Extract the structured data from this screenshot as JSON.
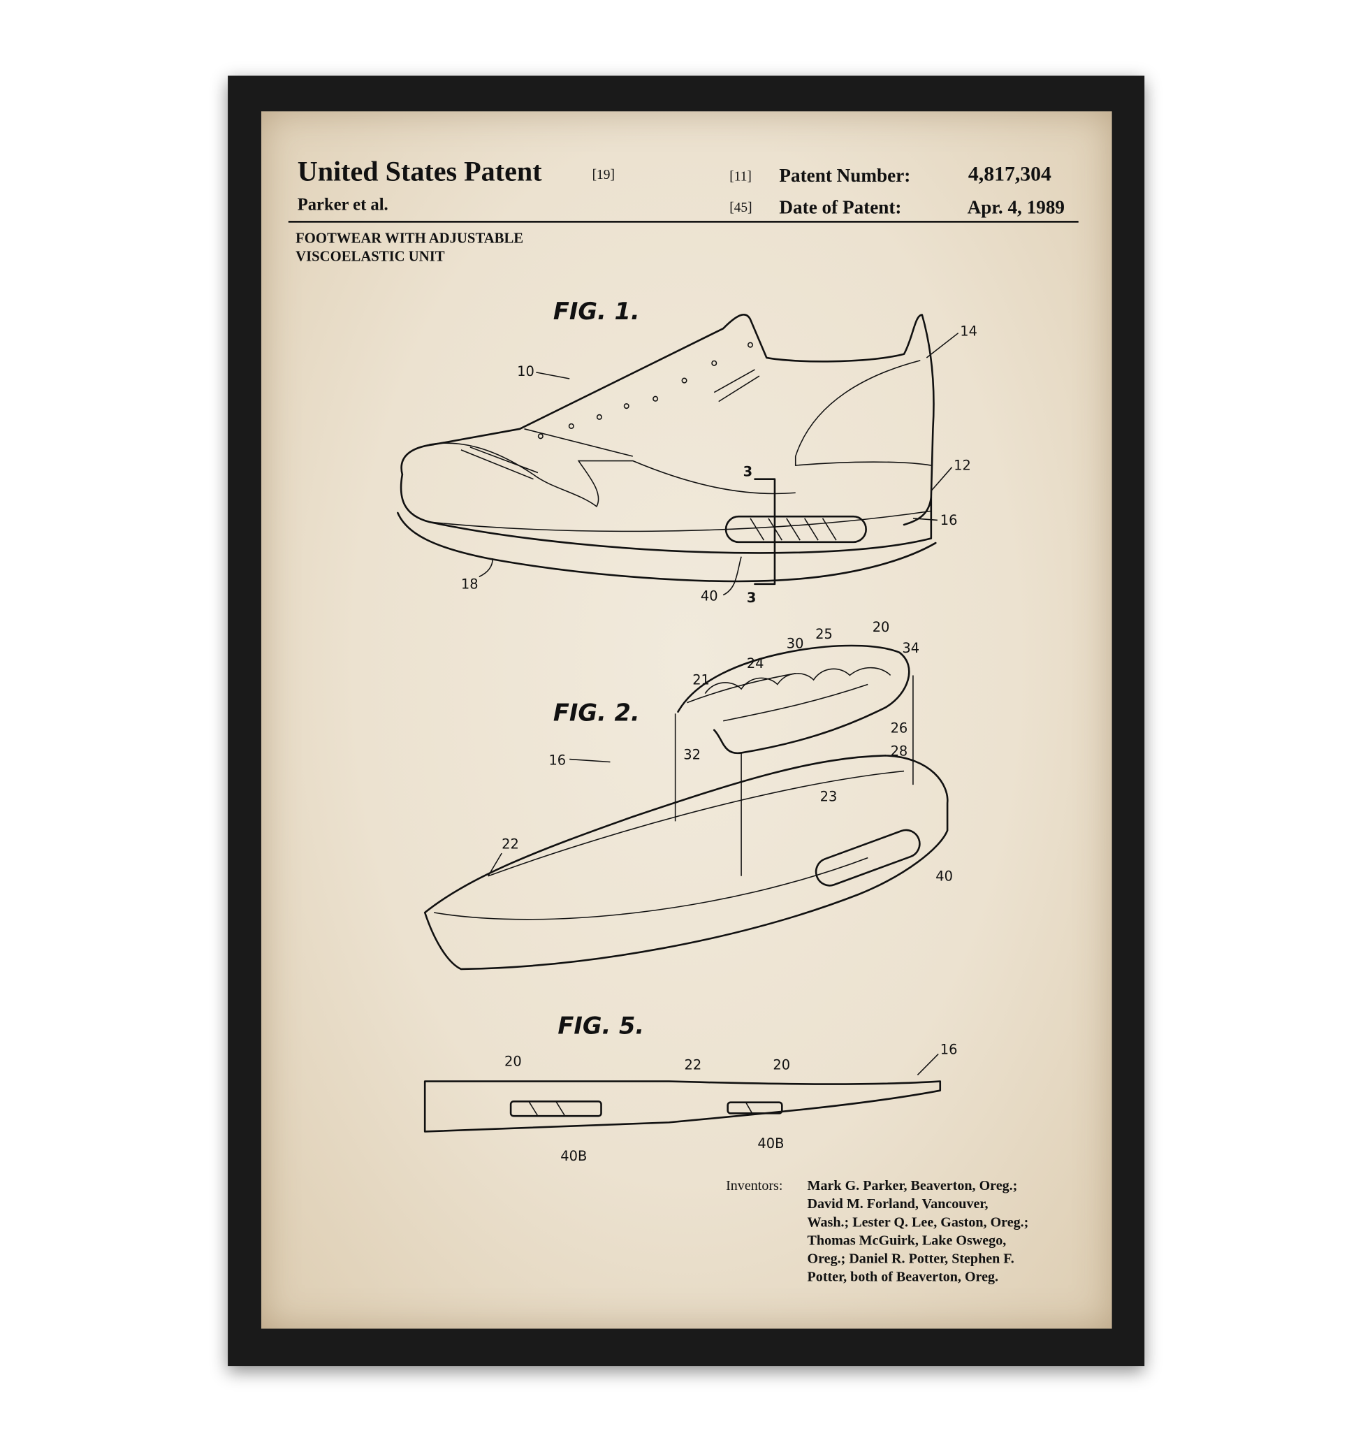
{
  "header": {
    "title": "United States Patent",
    "title_ref": "[19]",
    "inventor_short": "Parker et al.",
    "number_ref": "[11]",
    "number_label": "Patent Number:",
    "number_value": "4,817,304",
    "date_ref": "[45]",
    "date_label": "Date of Patent:",
    "date_value": "Apr. 4, 1989"
  },
  "subtitle": [
    "FOOTWEAR WITH ADJUSTABLE",
    "VISCOELASTIC UNIT"
  ],
  "figures": {
    "fig1": {
      "label": "FIG. 1.",
      "refs": [
        "10",
        "14",
        "12",
        "16",
        "18",
        "40",
        "3",
        "3"
      ]
    },
    "fig2": {
      "label": "FIG. 2.",
      "refs": [
        "20",
        "25",
        "30",
        "24",
        "34",
        "21",
        "32",
        "26",
        "28",
        "23",
        "16",
        "22",
        "40"
      ]
    },
    "fig5": {
      "label": "FIG. 5.",
      "refs": [
        "16",
        "20",
        "22",
        "20",
        "40B",
        "40B"
      ]
    }
  },
  "inventors": {
    "label": "Inventors:",
    "lines": [
      "Mark G. Parker, Beaverton, Oreg.;",
      "David M. Forland, Vancouver,",
      "Wash.; Lester Q. Lee, Gaston, Oreg.;",
      "Thomas McGuirk, Lake Oswego,",
      "Oreg.; Daniel R. Potter, Stephen F.",
      "Potter, both of Beaverton, Oreg."
    ]
  },
  "colors": {
    "paper": "#ece2d0",
    "frame": "#1a1a1a",
    "ink": "#111111"
  }
}
